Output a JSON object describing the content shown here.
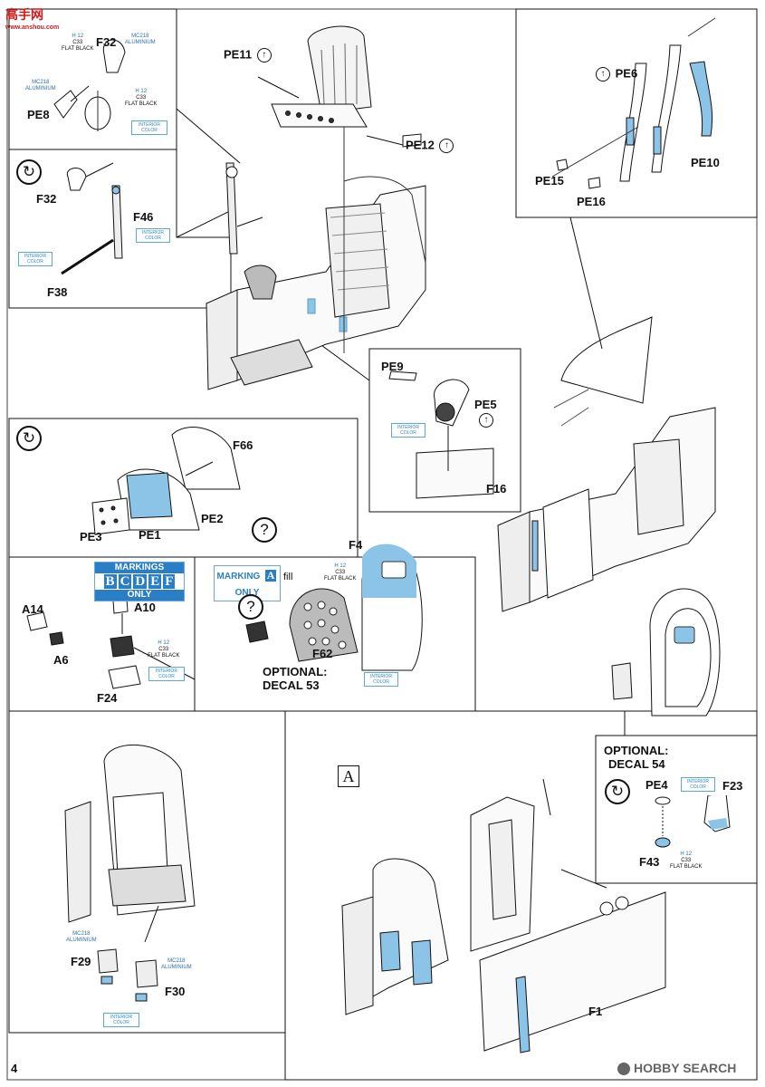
{
  "watermark": {
    "title": "高手网",
    "url": "www.anshou.com"
  },
  "page_number": "4",
  "footer_logo": "HOBBY SEARCH",
  "step_box": "A",
  "panel_topleft": {
    "labels": {
      "f32": "F32",
      "pe8": "PE8"
    },
    "paints": {
      "c33": [
        "H 12",
        "C33",
        "FLAT BLACK"
      ],
      "mc218a": [
        "MC218",
        "ALUMINIUM"
      ],
      "mc218b": [
        "MC218",
        "ALUMINIUM"
      ],
      "c33b": [
        "H 12",
        "C33",
        "FLAT BLACK"
      ]
    },
    "interior": "INTERIOR COLOR"
  },
  "panel_rotate1": {
    "labels": {
      "f32": "F32",
      "f46": "F46",
      "f38": "F38"
    },
    "interior_a": "INTERIOR COLOR",
    "interior_b": "INTERIOR COLOR"
  },
  "seat": {
    "pe11": "PE11",
    "pe12": "PE12"
  },
  "harness": {
    "pe6": "PE6",
    "pe10": "PE10",
    "pe15": "PE15",
    "pe16": "PE16"
  },
  "pe9_panel": {
    "pe9": "PE9",
    "pe5": "PE5",
    "f16": "F16",
    "interior": "INTERIOR COLOR"
  },
  "panel_instrument": {
    "f66": "F66",
    "pe1": "PE1",
    "pe2": "PE2",
    "pe3": "PE3"
  },
  "marking_bcdef": {
    "title": "MARKINGS",
    "letters": [
      "B",
      "C",
      "D",
      "E",
      "F"
    ],
    "only": "ONLY"
  },
  "panel_bcdef": {
    "a10": "A10",
    "a14": "A14",
    "a6": "A6",
    "f24": "F24",
    "paint": [
      "H 12",
      "C33",
      "FLAT BLACK"
    ],
    "interior": "INTERIOR COLOR"
  },
  "marking_a": {
    "title": "MARKING",
    "letter": "A",
    "only": "ONLY",
    "fill": "fill"
  },
  "panel_a": {
    "f4": "F4",
    "f62": "F62",
    "paint": [
      "H 12",
      "C33",
      "FLAT BLACK"
    ],
    "optional_1": "OPTIONAL:",
    "optional_2": "DECAL 53",
    "interior": "INTERIOR COLOR"
  },
  "panel_optional54": {
    "line1": "OPTIONAL:",
    "line2": "DECAL 54",
    "pe4": "PE4",
    "f23": "F23",
    "f43": "F43",
    "interior": "INTERIOR COLOR",
    "paint": [
      "H 12",
      "C33",
      "FLAT BLACK"
    ]
  },
  "panel_bottomleft": {
    "f29": "F29",
    "f30": "F30",
    "paint_a": [
      "MC218",
      "ALUMINIUM"
    ],
    "paint_b": [
      "MC218",
      "ALUMINIUM"
    ],
    "interior": "INTERIOR COLOR"
  },
  "assembly_a": {
    "f1": "F1"
  }
}
